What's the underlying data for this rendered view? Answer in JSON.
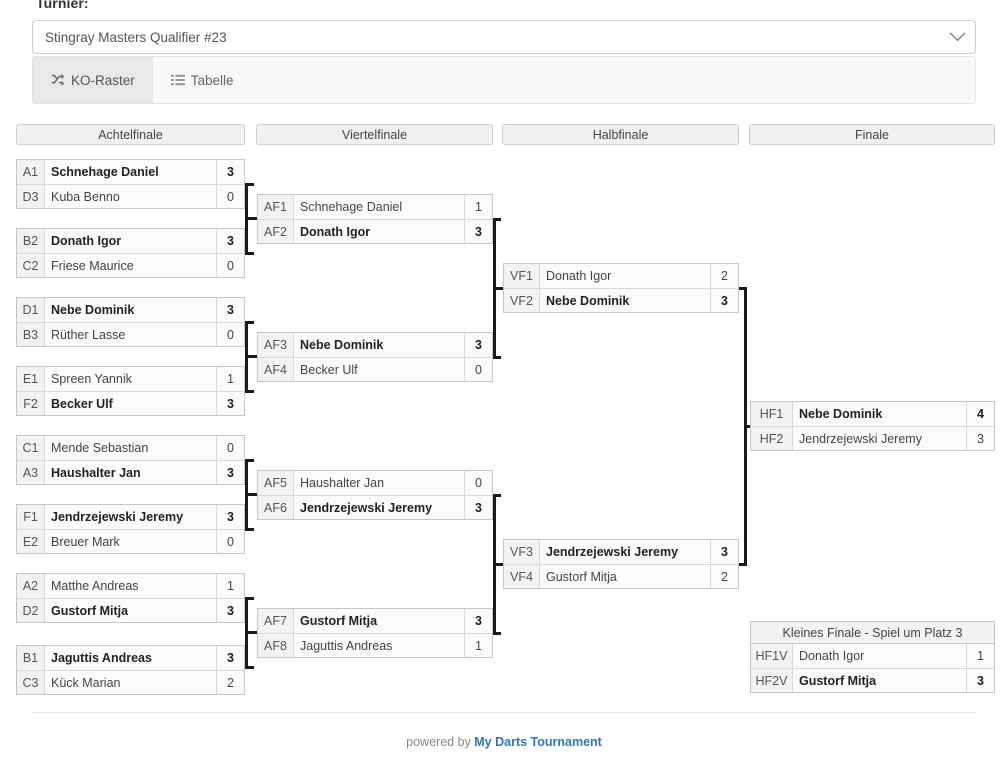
{
  "header": {
    "turnier_label": "Turnier:",
    "selected_tournament": "Stingray Masters Qualifier #23",
    "chevron_icon": "chevron-down-icon"
  },
  "tabs": [
    {
      "label": "KO-Raster",
      "icon": "shuffle-icon",
      "active": true
    },
    {
      "label": "Tabelle",
      "icon": "list-icon",
      "active": false
    }
  ],
  "rounds": [
    {
      "title": "Achtelfinale"
    },
    {
      "title": "Viertelfinale"
    },
    {
      "title": "Halbfinale"
    },
    {
      "title": "Finale"
    }
  ],
  "bracket": {
    "achtelfinale": [
      {
        "rows": [
          {
            "seed": "A1",
            "name": "Schnehage Daniel",
            "score": "3",
            "winner": true
          },
          {
            "seed": "D3",
            "name": "Kuba Benno",
            "score": "0",
            "winner": false
          }
        ]
      },
      {
        "rows": [
          {
            "seed": "B2",
            "name": "Donath Igor",
            "score": "3",
            "winner": true
          },
          {
            "seed": "C2",
            "name": "Friese Maurice",
            "score": "0",
            "winner": false
          }
        ]
      },
      {
        "rows": [
          {
            "seed": "D1",
            "name": "Nebe Dominik",
            "score": "3",
            "winner": true
          },
          {
            "seed": "B3",
            "name": "Rüther Lasse",
            "score": "0",
            "winner": false
          }
        ]
      },
      {
        "rows": [
          {
            "seed": "E1",
            "name": "Spreen Yannik",
            "score": "1",
            "winner": false
          },
          {
            "seed": "F2",
            "name": "Becker Ulf",
            "score": "3",
            "winner": true
          }
        ]
      },
      {
        "rows": [
          {
            "seed": "C1",
            "name": "Mende Sebastian",
            "score": "0",
            "winner": false
          },
          {
            "seed": "A3",
            "name": "Haushalter Jan",
            "score": "3",
            "winner": true
          }
        ]
      },
      {
        "rows": [
          {
            "seed": "F1",
            "name": "Jendrzejewski Jeremy",
            "score": "3",
            "winner": true
          },
          {
            "seed": "E2",
            "name": "Breuer Mark",
            "score": "0",
            "winner": false
          }
        ]
      },
      {
        "rows": [
          {
            "seed": "A2",
            "name": "Matthe Andreas",
            "score": "1",
            "winner": false
          },
          {
            "seed": "D2",
            "name": "Gustorf Mitja",
            "score": "3",
            "winner": true
          }
        ]
      },
      {
        "rows": [
          {
            "seed": "B1",
            "name": "Jaguttis Andreas",
            "score": "3",
            "winner": true
          },
          {
            "seed": "C3",
            "name": "Kück Marian",
            "score": "2",
            "winner": false
          }
        ]
      }
    ],
    "viertelfinale": [
      {
        "rows": [
          {
            "seed": "AF1",
            "name": "Schnehage Daniel",
            "score": "1",
            "winner": false
          },
          {
            "seed": "AF2",
            "name": "Donath Igor",
            "score": "3",
            "winner": true
          }
        ]
      },
      {
        "rows": [
          {
            "seed": "AF3",
            "name": "Nebe Dominik",
            "score": "3",
            "winner": true
          },
          {
            "seed": "AF4",
            "name": "Becker Ulf",
            "score": "0",
            "winner": false
          }
        ]
      },
      {
        "rows": [
          {
            "seed": "AF5",
            "name": "Haushalter Jan",
            "score": "0",
            "winner": false
          },
          {
            "seed": "AF6",
            "name": "Jendrzejewski Jeremy",
            "score": "3",
            "winner": true
          }
        ]
      },
      {
        "rows": [
          {
            "seed": "AF7",
            "name": "Gustorf Mitja",
            "score": "3",
            "winner": true
          },
          {
            "seed": "AF8",
            "name": "Jaguttis Andreas",
            "score": "1",
            "winner": false
          }
        ]
      }
    ],
    "halbfinale": [
      {
        "rows": [
          {
            "seed": "VF1",
            "name": "Donath Igor",
            "score": "2",
            "winner": false
          },
          {
            "seed": "VF2",
            "name": "Nebe Dominik",
            "score": "3",
            "winner": true
          }
        ]
      },
      {
        "rows": [
          {
            "seed": "VF3",
            "name": "Jendrzejewski Jeremy",
            "score": "3",
            "winner": true
          },
          {
            "seed": "VF4",
            "name": "Gustorf Mitja",
            "score": "2",
            "winner": false
          }
        ]
      }
    ],
    "finale": [
      {
        "rows": [
          {
            "seed": "HF1",
            "name": "Nebe Dominik",
            "score": "4",
            "winner": true
          },
          {
            "seed": "HF2",
            "name": "Jendrzejewski Jeremy",
            "score": "3",
            "winner": false
          }
        ]
      }
    ],
    "kleines_finale": {
      "title": "Kleines Finale - Spiel um Platz 3",
      "rows": [
        {
          "seed": "HF1V",
          "name": "Donath Igor",
          "score": "1",
          "winner": false
        },
        {
          "seed": "HF2V",
          "name": "Gustorf Mitja",
          "score": "3",
          "winner": true
        }
      ]
    }
  },
  "footer": {
    "prefix": "powered by ",
    "link": "My Darts Tournament"
  },
  "colors": {
    "link": "#3276b1",
    "header_bg": "#f0f0f0",
    "row_bg": "#fbfbfb",
    "connector": "#1a1a1a"
  }
}
